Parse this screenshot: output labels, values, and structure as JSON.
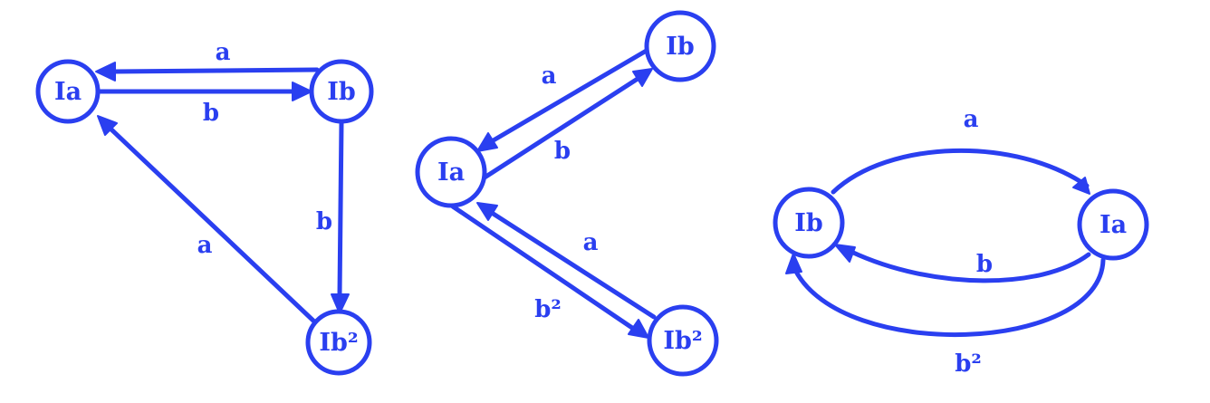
{
  "color": "#2a3ff0",
  "diagrams": [
    {
      "nodes": [
        {
          "id": "Ia",
          "label": "Ia"
        },
        {
          "id": "Ib",
          "label": "Ib"
        },
        {
          "id": "Ib2",
          "label": "Ib²"
        }
      ],
      "edges": [
        {
          "from": "Ib",
          "to": "Ia",
          "label": "a"
        },
        {
          "from": "Ia",
          "to": "Ib",
          "label": "b"
        },
        {
          "from": "Ib",
          "to": "Ib2",
          "label": "b"
        },
        {
          "from": "Ib2",
          "to": "Ia",
          "label": "a"
        }
      ]
    },
    {
      "nodes": [
        {
          "id": "Ia",
          "label": "Ia"
        },
        {
          "id": "Ib",
          "label": "Ib"
        },
        {
          "id": "Ib2",
          "label": "Ib²"
        }
      ],
      "edges": [
        {
          "from": "Ib",
          "to": "Ia",
          "label": "a"
        },
        {
          "from": "Ia",
          "to": "Ib",
          "label": "b"
        },
        {
          "from": "Ib2",
          "to": "Ia",
          "label": "a"
        },
        {
          "from": "Ia",
          "to": "Ib2",
          "label": "b²"
        }
      ]
    },
    {
      "nodes": [
        {
          "id": "Ib",
          "label": "Ib"
        },
        {
          "id": "Ia",
          "label": "Ia"
        }
      ],
      "edges": [
        {
          "from": "Ib",
          "to": "Ia",
          "label": "a"
        },
        {
          "from": "Ia",
          "to": "Ib",
          "label": "b"
        },
        {
          "from": "Ia",
          "to": "Ib",
          "label": "b²"
        }
      ]
    }
  ]
}
